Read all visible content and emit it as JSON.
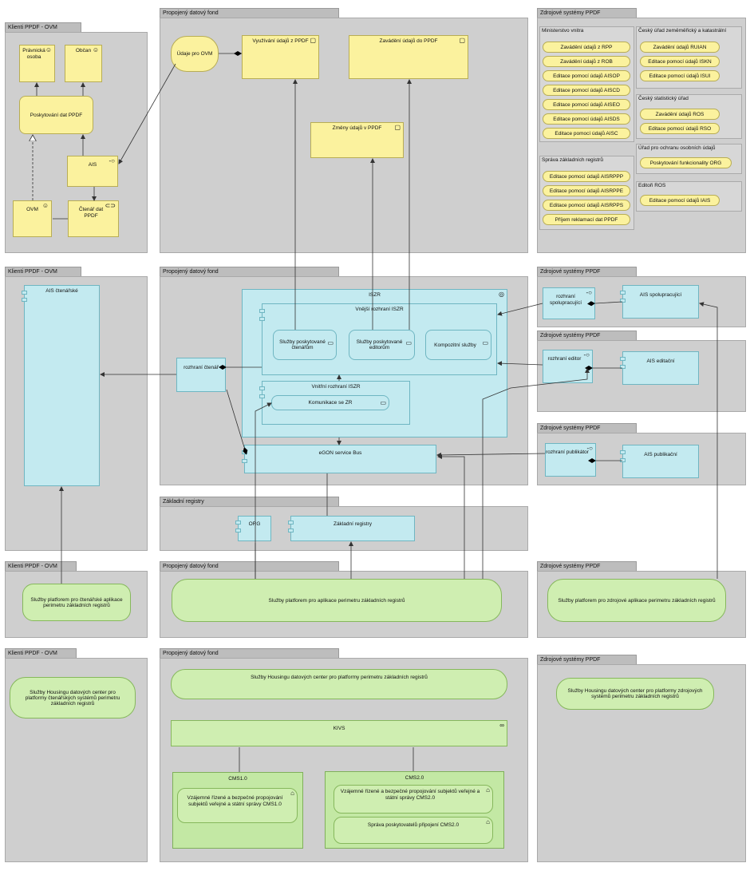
{
  "panels": {
    "p1": "Klienti PPDF - OVM",
    "p2": "Propojený datový fond",
    "p3": "Zdrojové systémy PPDF",
    "p4": "Klienti PPDF - OVM",
    "p5": "Propojený datový fond",
    "p6": "Zdrojové systémy PPDF",
    "p7": "Zdrojové systémy PPDF",
    "p8": "Zdrojové systémy PPDF",
    "p9": "Základní registry",
    "p10": "Klienti PPDF - OVM",
    "p11": "Propojený datový fond",
    "p12": "Zdrojové systémy PPDF",
    "p13": "Klienti PPDF - OVM",
    "p14": "Propojený datový fond",
    "p15": "Zdrojové systémy PPDF"
  },
  "top_left": {
    "pravnicka": "Právnická osoba",
    "obcan": "Občan",
    "poskytovani": "Poskytování dat PPDF",
    "ais": "AIS",
    "ovm": "OVM",
    "ctenar": "Čtenář dat PPDF"
  },
  "top_mid": {
    "udaje": "Údaje pro OVM",
    "vyuzivani": "Využívání údajů z PPDF",
    "zavadeni": "Zavádění údajů do PPDF",
    "zmeny": "Změny údajů v PPDF"
  },
  "top_right": {
    "mv_title": "Ministerstvo vnitra",
    "mv_items": [
      "Zavádění údajů z RPP",
      "Zavádění údajů z ROB",
      "Editace pomocí údajů AISOP",
      "Editace pomocí údajů AISCD",
      "Editace pomocí údajů AISEO",
      "Editace pomocí údajů AISDS",
      "Editace pomocí údajů AISC"
    ],
    "szr_title": "Správa základních registrů",
    "szr_items": [
      "Editace pomocí údajů AISRPPP",
      "Editace pomocí údajů AISRPPE",
      "Editace pomocí údajů AISRPPS",
      "Příjem reklamací dat PPDF"
    ],
    "cuzk_title": "Český úřad zeměměřický a katastrální",
    "cuzk_items": [
      "Zavádění údajů RUIAN",
      "Editace pomocí údajů ISKN",
      "Editace pomocí údajů ISUI"
    ],
    "csu_title": "Český statistický úřad",
    "csu_items": [
      "Zavádění údajů ROS",
      "Editace pomocí údajů RSO"
    ],
    "uoou_title": "Úřad pro ochranu osobních údajů",
    "uoou_items": [
      "Poskytování funkcionality ORG"
    ],
    "eros_title": "Editoři ROS",
    "eros_items": [
      "Editace pomocí údajů IAIS"
    ]
  },
  "mid": {
    "ais_ctenarske": "AIS čtenářské",
    "iszr": "ISZR",
    "vnejsi": "Vnější rozhraní ISZR",
    "sluzby_ctenarum": "Služby poskytované čtenářům",
    "sluzby_editorum": "Služby poskytované editorům",
    "kompozitni": "Kompozitní služby",
    "rozhrani_ctenar": "rozhraní čtenář",
    "vnitrni": "Vnitřní rozhraní ISZR",
    "komunikace": "Komunikace se ZR",
    "egon": "eGON service Bus",
    "rozhrani_spoluprac": "rozhraní spolupracující",
    "ais_spoluprac": "AIS spolupracující",
    "rozhrani_editor": "rozhraní editor",
    "ais_editacni": "AIS editační",
    "rozhrani_publikator": "rozhraní publikátor",
    "ais_publikacni": "AIS publikační",
    "org": "ORG",
    "zakladni_registry": "Základní registry"
  },
  "platform": {
    "left": "Služby platforem pro čtenářské aplikace perimetru základních registrů",
    "mid": "Služby platforem pro aplikace perimetru základních registrů",
    "right": "Služby platforem pro zdrojové aplikace perimetru základních registrů"
  },
  "housing": {
    "left": "Služby Housingu datových center pro platformy čtenářských systémů perimetru základních registrů",
    "mid": "Služby Housingu datových center pro platformy perimetru základních registrů",
    "right": "Služby Housingu datových center pro platformy zdrojových systémů perimetru základních registrů",
    "kivs": "KIVS",
    "cms1": "CMS1.0",
    "cms1_service": "Vzájemné řízené a bezpečné propojování subjektů veřejné a státní správy CMS1.0",
    "cms2": "CMS2.0",
    "cms2_service1": "Vzájemné řízené a bezpečné propojování subjektů veřejné a státní správy CMS2.0",
    "cms2_service2": "Správa poskytovatelů připojení CMS2.0"
  }
}
